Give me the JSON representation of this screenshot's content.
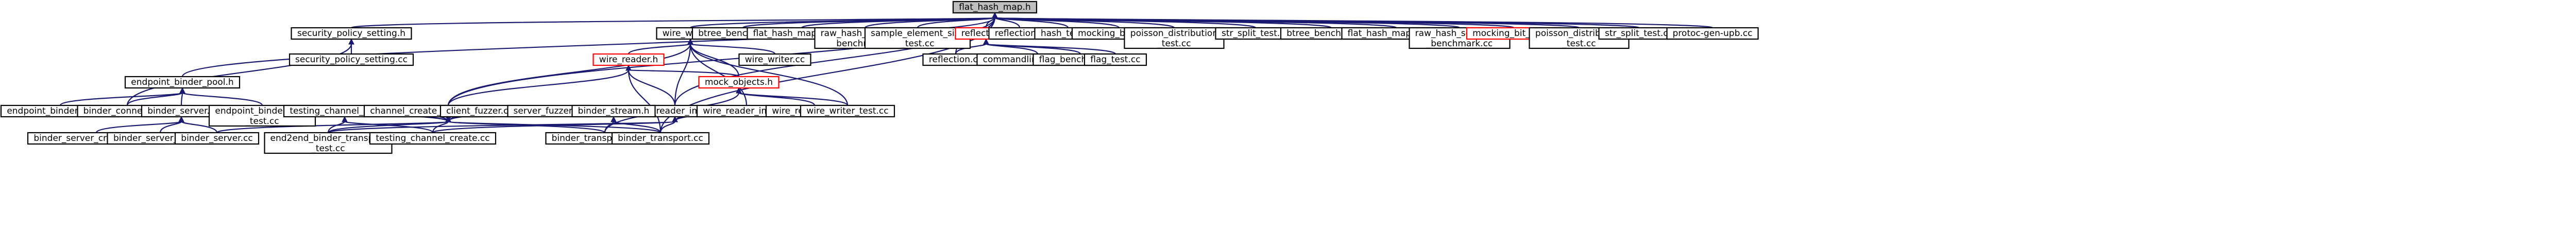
{
  "graph": {
    "colors": {
      "edge": "#191970",
      "node_border": "#000000",
      "highlight_border": "#ff0000",
      "root_fill": "#bfbfbf"
    },
    "nodes": [
      {
        "id": "flat_hash_map_h",
        "label": [
          "flat_hash_map.h"
        ],
        "root": true
      },
      {
        "id": "endpoint_binder_pool_h",
        "label": [
          "endpoint_binder_pool.h"
        ]
      },
      {
        "id": "security_policy_setting_h",
        "label": [
          "security_policy_setting.h"
        ]
      },
      {
        "id": "security_policy_setting_cc",
        "label": [
          "security_policy_setting.cc"
        ]
      },
      {
        "id": "binder_transport_h",
        "label": [
          "binder_transport.h"
        ]
      },
      {
        "id": "wire_writer_h",
        "label": [
          "wire_writer.h"
        ]
      },
      {
        "id": "wire_reader_h",
        "label": [
          "wire_reader.h"
        ],
        "red": true
      },
      {
        "id": "wire_reader_impl_h",
        "label": [
          "wire_reader_impl.h"
        ]
      },
      {
        "id": "mock_objects_h",
        "label": [
          "mock_objects.h"
        ],
        "red": true
      },
      {
        "id": "wire_writer_cc",
        "label": [
          "wire_writer.cc"
        ]
      },
      {
        "id": "btree_benchmark_cc_1",
        "label": [
          "btree_benchmark.cc"
        ]
      },
      {
        "id": "flat_hash_map_test_cc_1",
        "label": [
          "flat_hash_map_test.cc"
        ]
      },
      {
        "id": "raw_hash_set_probe_benchmark_cc_1",
        "label": [
          "raw_hash_set_probe",
          "_benchmark.cc"
        ]
      },
      {
        "id": "sample_element_size_test_cc",
        "label": [
          "sample_element_size",
          "_test.cc"
        ]
      },
      {
        "id": "reflection_h_1",
        "label": [
          "reflection.h"
        ],
        "red": true
      },
      {
        "id": "reflection_h_2",
        "label": [
          "reflection.h"
        ]
      },
      {
        "id": "hash_test_cc",
        "label": [
          "hash_test.cc"
        ]
      },
      {
        "id": "mocking_bit_gen_h_1",
        "label": [
          "mocking_bit_gen.h"
        ]
      },
      {
        "id": "poisson_distribution_test_cc_1",
        "label": [
          "poisson_distribution",
          "_test.cc"
        ]
      },
      {
        "id": "str_split_test_cc_1",
        "label": [
          "str_split_test.cc"
        ]
      },
      {
        "id": "btree_benchmark_cc_2",
        "label": [
          "btree_benchmark.cc"
        ]
      },
      {
        "id": "flat_hash_map_test_cc_2",
        "label": [
          "flat_hash_map_test.cc"
        ]
      },
      {
        "id": "raw_hash_set_probe_benchmark_cc_2",
        "label": [
          "raw_hash_set_probe",
          "_benchmark.cc"
        ]
      },
      {
        "id": "mocking_bit_gen_h_2",
        "label": [
          "mocking_bit_gen.h"
        ],
        "red": true
      },
      {
        "id": "poisson_distribution_test_cc_2",
        "label": [
          "poisson_distribution",
          "_test.cc"
        ]
      },
      {
        "id": "str_split_test_cc_2",
        "label": [
          "str_split_test.cc"
        ]
      },
      {
        "id": "protoc_gen_upb_cc",
        "label": [
          "protoc-gen-upb.cc"
        ]
      },
      {
        "id": "reflection_cc",
        "label": [
          "reflection.cc"
        ]
      },
      {
        "id": "commandlineflag_test_cc",
        "label": [
          "commandlineflag_test.cc"
        ]
      },
      {
        "id": "flag_benchmark_cc",
        "label": [
          "flag_benchmark.cc"
        ]
      },
      {
        "id": "flag_test_cc",
        "label": [
          "flag_test.cc"
        ]
      },
      {
        "id": "endpoint_binder_pool_cc",
        "label": [
          "endpoint_binder_pool.cc"
        ]
      },
      {
        "id": "binder_connector_cc",
        "label": [
          "binder_connector.cc"
        ]
      },
      {
        "id": "binder_server_h",
        "label": [
          "binder_server.h"
        ]
      },
      {
        "id": "endpoint_binder_pool_test_cc",
        "label": [
          "endpoint_binder_pool",
          "_test.cc"
        ]
      },
      {
        "id": "testing_channel_create_h",
        "label": [
          "testing_channel_create.h"
        ]
      },
      {
        "id": "channel_create_impl_cc",
        "label": [
          "channel_create_impl.cc"
        ]
      },
      {
        "id": "client_fuzzer_cc",
        "label": [
          "client_fuzzer.cc"
        ]
      },
      {
        "id": "server_fuzzer_cc",
        "label": [
          "server_fuzzer.cc"
        ]
      },
      {
        "id": "binder_stream_h",
        "label": [
          "binder_stream.h"
        ]
      },
      {
        "id": "wire_reader_impl_cc",
        "label": [
          "wire_reader_impl.cc"
        ]
      },
      {
        "id": "wire_reader_test_cc",
        "label": [
          "wire_reader_test.cc"
        ]
      },
      {
        "id": "wire_writer_test_cc",
        "label": [
          "wire_writer_test.cc"
        ]
      },
      {
        "id": "binder_server_credentials_cc",
        "label": [
          "binder_server_credentials.cc"
        ]
      },
      {
        "id": "binder_server_test_cc",
        "label": [
          "binder_server_test.cc"
        ]
      },
      {
        "id": "binder_server_cc",
        "label": [
          "binder_server.cc"
        ]
      },
      {
        "id": "end2end_binder_transport_test_cc",
        "label": [
          "end2end_binder_transport",
          "_test.cc"
        ]
      },
      {
        "id": "testing_channel_create_cc",
        "label": [
          "testing_channel_create.cc"
        ]
      },
      {
        "id": "binder_transport_test_cc",
        "label": [
          "binder_transport_test.cc"
        ]
      },
      {
        "id": "binder_transport_cc",
        "label": [
          "binder_transport.cc"
        ]
      }
    ],
    "edges": [
      [
        "flat_hash_map_h",
        "endpoint_binder_pool_h"
      ],
      [
        "flat_hash_map_h",
        "security_policy_setting_h"
      ],
      [
        "flat_hash_map_h",
        "binder_transport_h"
      ],
      [
        "flat_hash_map_h",
        "wire_writer_h"
      ],
      [
        "flat_hash_map_h",
        "wire_reader_impl_h"
      ],
      [
        "flat_hash_map_h",
        "btree_benchmark_cc_1"
      ],
      [
        "flat_hash_map_h",
        "flat_hash_map_test_cc_1"
      ],
      [
        "flat_hash_map_h",
        "raw_hash_set_probe_benchmark_cc_1"
      ],
      [
        "flat_hash_map_h",
        "sample_element_size_test_cc"
      ],
      [
        "flat_hash_map_h",
        "reflection_h_1"
      ],
      [
        "flat_hash_map_h",
        "reflection_h_2"
      ],
      [
        "flat_hash_map_h",
        "hash_test_cc"
      ],
      [
        "flat_hash_map_h",
        "mocking_bit_gen_h_1"
      ],
      [
        "flat_hash_map_h",
        "poisson_distribution_test_cc_1"
      ],
      [
        "flat_hash_map_h",
        "str_split_test_cc_1"
      ],
      [
        "flat_hash_map_h",
        "btree_benchmark_cc_2"
      ],
      [
        "flat_hash_map_h",
        "flat_hash_map_test_cc_2"
      ],
      [
        "flat_hash_map_h",
        "raw_hash_set_probe_benchmark_cc_2"
      ],
      [
        "flat_hash_map_h",
        "mocking_bit_gen_h_2"
      ],
      [
        "flat_hash_map_h",
        "poisson_distribution_test_cc_2"
      ],
      [
        "flat_hash_map_h",
        "str_split_test_cc_2"
      ],
      [
        "flat_hash_map_h",
        "protoc_gen_upb_cc"
      ],
      [
        "flat_hash_map_h",
        "reflection_cc"
      ],
      [
        "flat_hash_map_h",
        "binder_transport_cc"
      ],
      [
        "security_policy_setting_h",
        "security_policy_setting_cc"
      ],
      [
        "security_policy_setting_h",
        "binder_connector_cc"
      ],
      [
        "endpoint_binder_pool_h",
        "endpoint_binder_pool_cc"
      ],
      [
        "endpoint_binder_pool_h",
        "binder_connector_cc"
      ],
      [
        "endpoint_binder_pool_h",
        "binder_server_h"
      ],
      [
        "endpoint_binder_pool_h",
        "endpoint_binder_pool_test_cc"
      ],
      [
        "wire_writer_h",
        "wire_reader_h"
      ],
      [
        "wire_writer_h",
        "wire_reader_impl_h"
      ],
      [
        "wire_writer_h",
        "mock_objects_h"
      ],
      [
        "wire_writer_h",
        "wire_writer_cc"
      ],
      [
        "wire_writer_h",
        "binder_transport_h"
      ],
      [
        "wire_writer_h",
        "wire_reader_impl_cc"
      ],
      [
        "wire_writer_h",
        "wire_writer_test_cc"
      ],
      [
        "wire_reader_h",
        "binder_transport_h"
      ],
      [
        "wire_reader_h",
        "wire_reader_impl_h"
      ],
      [
        "wire_reader_h",
        "mock_objects_h"
      ],
      [
        "wire_reader_h",
        "binder_transport_cc"
      ],
      [
        "wire_reader_impl_h",
        "wire_reader_impl_cc"
      ],
      [
        "wire_reader_impl_h",
        "wire_reader_test_cc"
      ],
      [
        "wire_reader_impl_h",
        "binder_transport_cc"
      ],
      [
        "wire_reader_impl_h",
        "end2end_binder_transport_test_cc"
      ],
      [
        "wire_reader_impl_h",
        "testing_channel_create_cc"
      ],
      [
        "mock_objects_h",
        "wire_reader_test_cc"
      ],
      [
        "mock_objects_h",
        "wire_writer_test_cc"
      ],
      [
        "mock_objects_h",
        "binder_transport_test_cc"
      ],
      [
        "binder_transport_h",
        "binder_connector_cc"
      ],
      [
        "binder_transport_h",
        "binder_server_h"
      ],
      [
        "binder_transport_h",
        "testing_channel_create_h"
      ],
      [
        "binder_transport_h",
        "channel_create_impl_cc"
      ],
      [
        "binder_transport_h",
        "client_fuzzer_cc"
      ],
      [
        "binder_transport_h",
        "server_fuzzer_cc"
      ],
      [
        "binder_transport_h",
        "binder_stream_h"
      ],
      [
        "binder_transport_h",
        "binder_transport_test_cc"
      ],
      [
        "binder_transport_h",
        "binder_transport_cc"
      ],
      [
        "binder_transport_h",
        "binder_server_cc"
      ],
      [
        "binder_transport_h",
        "end2end_binder_transport_test_cc"
      ],
      [
        "binder_transport_h",
        "testing_channel_create_cc"
      ],
      [
        "binder_server_h",
        "binder_server_credentials_cc"
      ],
      [
        "binder_server_h",
        "binder_server_test_cc"
      ],
      [
        "binder_server_h",
        "binder_server_cc"
      ],
      [
        "testing_channel_create_h",
        "end2end_binder_transport_test_cc"
      ],
      [
        "testing_channel_create_h",
        "testing_channel_create_cc"
      ],
      [
        "binder_stream_h",
        "binder_transport_test_cc"
      ],
      [
        "binder_stream_h",
        "binder_transport_cc"
      ],
      [
        "reflection_h_1",
        "reflection_cc"
      ],
      [
        "reflection_h_1",
        "commandlineflag_test_cc"
      ],
      [
        "reflection_h_1",
        "flag_benchmark_cc"
      ],
      [
        "reflection_h_1",
        "flag_test_cc"
      ]
    ]
  }
}
